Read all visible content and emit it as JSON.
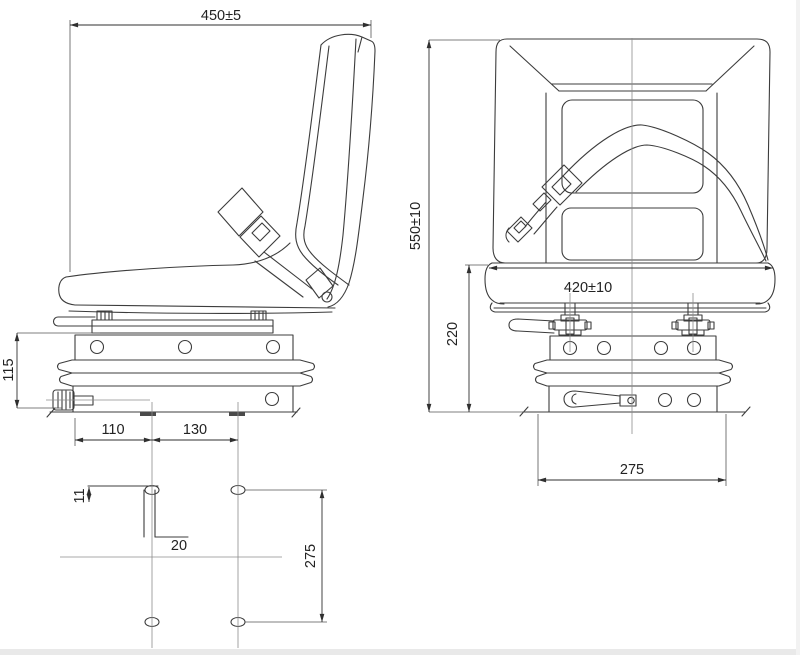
{
  "colors": {
    "ink": "#3c3c3c",
    "dim_text": "#222222",
    "centerline": "#8c8c8c",
    "background": "#ffffff"
  },
  "drawing": {
    "type": "seat-assembly-two-view-dimension-drawing"
  },
  "dimensions": {
    "seat_depth": "450±5",
    "overall_height": "550±10",
    "cushion_width": "420±10",
    "base_height": "220",
    "suspension_height": "115",
    "rail_pitch_front": "110",
    "rail_pitch_rear": "130",
    "slot_width": "11",
    "slot_offset": "20",
    "mount_pitch_side": "275",
    "mount_pitch_front": "275"
  }
}
